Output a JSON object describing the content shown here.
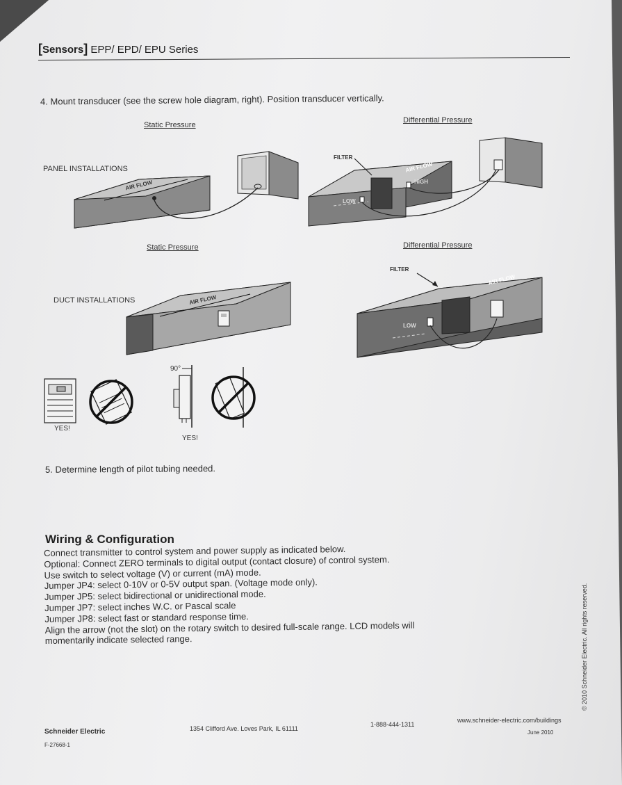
{
  "header": {
    "category": "Sensors",
    "series": "EPP/ EPD/ EPU Series"
  },
  "steps": {
    "step4": "4. Mount transducer (see the screw hole diagram, right). Position transducer vertically.",
    "step5": "5. Determine length of pilot tubing needed."
  },
  "diagrams": {
    "static_pressure": "Static Pressure",
    "differential_pressure": "Differential Pressure",
    "panel_installations": "PANEL INSTALLATIONS",
    "duct_installations": "DUCT INSTALLATIONS",
    "air_flow": "AIR FLOW",
    "filter": "FILTER",
    "low": "LOW",
    "high": "HIGH",
    "angle": "90°",
    "yes1": "YES!",
    "yes2": "YES!"
  },
  "wiring": {
    "title": "Wiring & Configuration",
    "lines": [
      "Connect transmitter to control system and power supply as indicated below.",
      "Optional: Connect ZERO terminals to digital output (contact closure) of control system.",
      "Use switch to select voltage (V) or current (mA) mode.",
      "Jumper JP4:  select 0-10V or 0-5V output span. (Voltage mode  only).",
      "Jumper JP5:  select bidirectional or unidirectional mode.",
      "Jumper JP7:  select inches W.C. or Pascal scale",
      "Jumper JP8:  select fast or standard response time.",
      "Align the arrow (not the slot) on the rotary switch to desired full-scale range. LCD models will",
      "momentarily indicate selected range."
    ]
  },
  "footer": {
    "company": "Schneider Electric",
    "doc_number": "F-27668-1",
    "address": "1354 Clifford Ave. Loves Park, IL 61111",
    "phone": "1-888-444-1311",
    "website": "www.schneider-electric.com/buildings",
    "date": "June 2010",
    "copyright": "© 2010 Schneider Electric. All rights reserved."
  },
  "colors": {
    "paper": "#efeff0",
    "ink": "#2a2a2a",
    "duct_top": "#a9a9a9",
    "duct_front": "#6a6a6a",
    "filter": "#4a4a4a"
  }
}
